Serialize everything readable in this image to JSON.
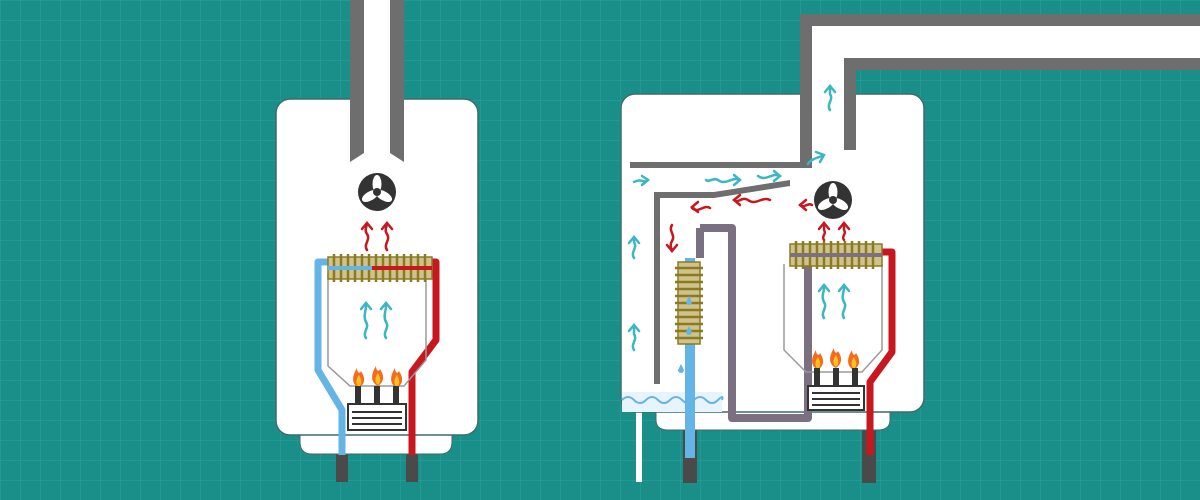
{
  "colors": {
    "background": "#1a8f8a",
    "grid": "#2aa39d",
    "unit_body": "#ffffff",
    "unit_outline": "#3d6b69",
    "flue_wall": "#6e6e6e",
    "cold_water": "#64b4e6",
    "hot_water": "#c8171e",
    "return_loop": "#7b6f82",
    "heat_exchanger": "#8a7a24",
    "flame_orange": "#f46a1e",
    "flame_yellow": "#ffc21a",
    "rising_air": "#3ab7c2",
    "hot_exhaust": "#c8171e",
    "fan": "#333333",
    "legs": "#4a4a4a"
  },
  "diagrams": [
    {
      "name": "conventional-water-heater",
      "parts": [
        "flue-pipe",
        "exhaust-fan-icon",
        "heat-exchanger",
        "cold-water-pipe",
        "hot-water-pipe",
        "burner",
        "flame-icon",
        "rising-heat-icon"
      ]
    },
    {
      "name": "condensing-water-heater",
      "parts": [
        "flue-pipe",
        "exhaust-fan-icon",
        "primary-heat-exchanger",
        "secondary-heat-exchanger",
        "cold-water-pipe",
        "hot-water-pipe",
        "return-loop-pipe",
        "condensate-basin",
        "drain-pipe",
        "burner",
        "flame-icon",
        "rising-heat-icon"
      ]
    }
  ]
}
